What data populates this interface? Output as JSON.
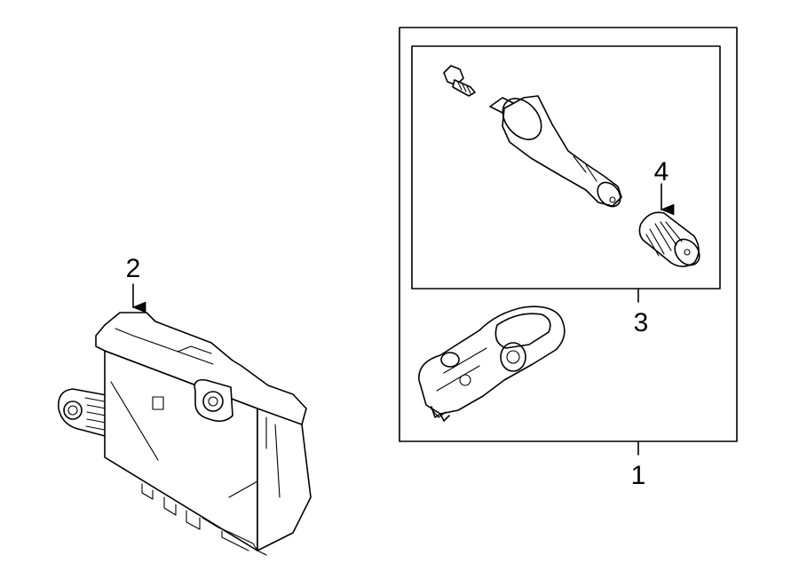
{
  "diagram": {
    "callouts": {
      "one": "1",
      "two": "2",
      "three": "3",
      "four": "4"
    }
  }
}
